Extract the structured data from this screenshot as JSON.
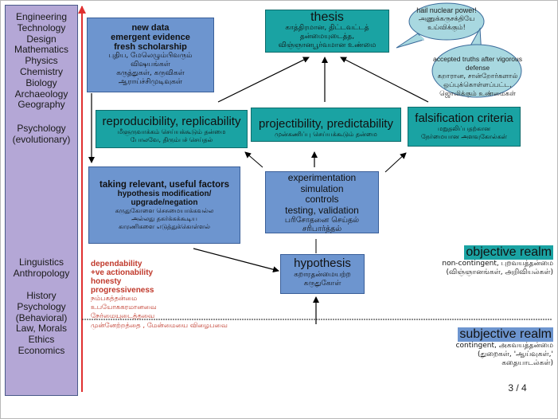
{
  "slide": {
    "page_indicator": "3 / 4"
  },
  "sidebar": {
    "objective_disciplines": [
      "Engineering",
      "Technology",
      "Design",
      "Mathematics",
      "Physics",
      "Chemistry",
      "Biology",
      "Archaeology",
      "Geography"
    ],
    "evolutionary": [
      "Psychology",
      "(evolutionary)"
    ],
    "mid_disciplines": [
      "Linguistics",
      "Anthropology"
    ],
    "subjective_disciplines": [
      "History",
      "Psychology",
      "(Behavioral)",
      "Law, Morals",
      "Ethics",
      "Economics"
    ]
  },
  "boxes": {
    "new_data": {
      "en": [
        "new data",
        "emergent evidence",
        "fresh scholarship"
      ],
      "ta": [
        "புதிய, மேலெழும்பிவரும்",
        "விஷயங்கள்",
        "கருத்துகள், கருவிகள்",
        "ஆராய்ச்சிமுடிவுகள்"
      ]
    },
    "thesis": {
      "title": "thesis",
      "ta": [
        "காத்திரமான, திட்டவட்டத்",
        "தன்மையுடைத்த,",
        "விஞ்ஞானபூர்வமான உண்மை"
      ]
    },
    "reproducibility": {
      "title": "reproducibility, replicability",
      "ta": [
        "மீளுருவாக்கம் செய்யக்கூடும் தன்மை",
        "போலவே, திரும்பச் செய்தல்"
      ]
    },
    "projectibility": {
      "title": "projectibility, predictability",
      "ta": [
        "முன்கணிப்பு செய்யக்கூடும் தன்மை"
      ]
    },
    "falsification": {
      "title": "falsification criteria",
      "ta": [
        "மறுதலிப்பதற்கான",
        "நேர்மையான அளவுகோல்கள்"
      ]
    },
    "relevant_factors": {
      "title": "taking relevant, useful factors",
      "en": [
        "hypothesis modification/",
        "upgrade/negation"
      ],
      "ta": [
        "கருதுகோளை செசுமையாக்கவல்ல",
        "அல்லது தகர்க்கக்கூடிய",
        "காரணிகளை எடுத்துக்கொள்ளல்"
      ]
    },
    "experimentation": {
      "en": [
        "experimentation",
        "simulation",
        "controls",
        "testing, validation"
      ],
      "ta": [
        "பரிசோதனை செய்தல்",
        "சரிபார்த்தல்"
      ]
    },
    "hypothesis": {
      "title": "hypothesis",
      "ta": [
        "கறாரதன்மையற்ற",
        "கருதுகோள்"
      ]
    }
  },
  "bubbles": {
    "nuclear": {
      "en": "hail nuclear power!",
      "ta": [
        "அணுக்கருசக்தியே",
        "உய்விக்கும்!"
      ]
    },
    "accepted": {
      "en": "accepted truths after vigorous defense",
      "ta": [
        "கறாரான, சான்றோர்களால்",
        "ஒப்புக்கொள்ளப்பட்ட,",
        "ஜொலிக்கும் உண்மைகள்"
      ]
    }
  },
  "values": {
    "en": [
      "dependability",
      "+ve actionability",
      "honesty",
      "progressiveness"
    ],
    "ta": [
      "நம்பகத்தன்மை",
      "உபயோககரமானவை",
      "நேர்மையுடைத்தவை",
      "முன்னேற்றத்தை , மேன்மையை விழைபவை"
    ]
  },
  "realms": {
    "objective": {
      "title": "objective realm",
      "sub": [
        "non-contingent, புறவயத்தன்மை",
        "(விஞ்ஞானங்கள், அறிவியல்கள்)"
      ],
      "highlight": "#1aa3a3"
    },
    "subjective": {
      "title": "subjective realm",
      "sub": [
        "contingent, அகவயத்தன்மை",
        "(துறைகள், 'ஆய்வுகள்,'",
        "கதையாடல்கள்)"
      ],
      "highlight": "#6d95cf"
    }
  },
  "colors": {
    "sidebar": "#b4a7d6",
    "blue_box": "#6d95cf",
    "teal_box": "#1aa3a3",
    "bubble": "#a8d8e0",
    "axis_arrow": "#e03030",
    "value_text": "#c0392b"
  }
}
